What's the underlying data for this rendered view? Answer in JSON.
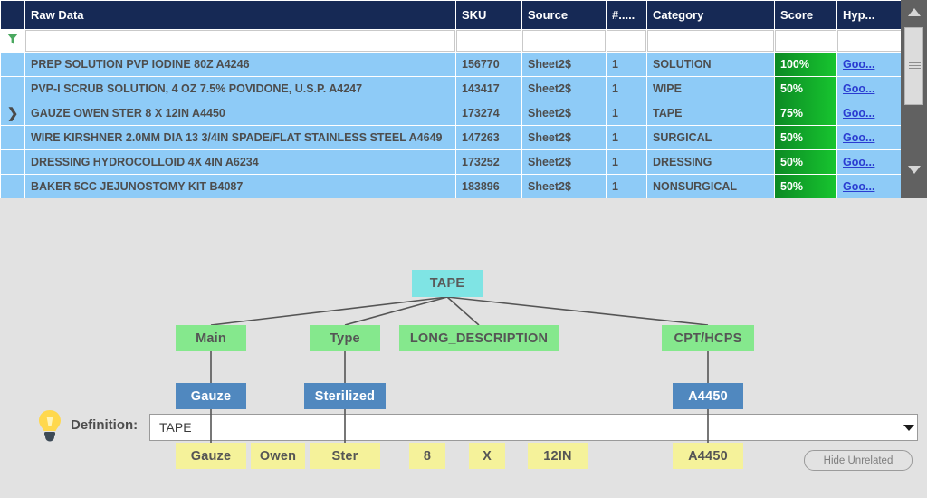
{
  "grid": {
    "columns": [
      {
        "key": "raw",
        "label": "Raw Data"
      },
      {
        "key": "sku",
        "label": "SKU"
      },
      {
        "key": "source",
        "label": "Source"
      },
      {
        "key": "num",
        "label": "#....."
      },
      {
        "key": "category",
        "label": "Category"
      },
      {
        "key": "score",
        "label": "Score"
      },
      {
        "key": "hyp",
        "label": "Hyp..."
      }
    ],
    "filter_icon": "funnel-icon",
    "filter_values": {
      "raw": "",
      "sku": "",
      "source": "",
      "num": "",
      "category": "",
      "score": "",
      "hyp": ""
    },
    "selected_row_index": 2,
    "row_indicator": "❯",
    "rows": [
      {
        "raw": "PREP SOLUTION PVP IODINE 80Z A4246",
        "sku": "156770",
        "source": "Sheet2$",
        "num": "1",
        "category": "SOLUTION",
        "score": "100%",
        "hyp": "Goo..."
      },
      {
        "raw": "PVP-I SCRUB SOLUTION, 4 OZ 7.5% POVIDONE, U.S.P. A4247",
        "sku": "143417",
        "source": "Sheet2$",
        "num": "1",
        "category": "WIPE",
        "score": "50%",
        "hyp": "Goo..."
      },
      {
        "raw": "GAUZE OWEN STER 8 X 12IN A4450",
        "sku": "173274",
        "source": "Sheet2$",
        "num": "1",
        "category": "TAPE",
        "score": "75%",
        "hyp": "Goo..."
      },
      {
        "raw": "WIRE KIRSHNER 2.0MM DIA 13 3/4IN SPADE/FLAT STAINLESS STEEL A4649",
        "sku": "147263",
        "source": "Sheet2$",
        "num": "1",
        "category": "SURGICAL",
        "score": "50%",
        "hyp": "Goo..."
      },
      {
        "raw": "DRESSING HYDROCOLLOID 4X 4IN A6234",
        "sku": "173252",
        "source": "Sheet2$",
        "num": "1",
        "category": "DRESSING",
        "score": "50%",
        "hyp": "Goo..."
      },
      {
        "raw": "BAKER 5CC JEJUNOSTOMY KIT B4087",
        "sku": "183896",
        "source": "Sheet2$",
        "num": "1",
        "category": "NONSURGICAL",
        "score": "50%",
        "hyp": "Goo..."
      }
    ]
  },
  "definition": {
    "icon": "lightbulb-icon",
    "label": "Definition:",
    "value": "TAPE",
    "placeholder": "",
    "dropdown_icon": "chevron-down-icon",
    "hide_unrelated_label": "Hide Unrelated"
  },
  "tree": {
    "root": {
      "label": "TAPE"
    },
    "categories": [
      {
        "label": "Main"
      },
      {
        "label": "Type"
      },
      {
        "label": "LONG_DESCRIPTION"
      },
      {
        "label": "CPT/HCPS"
      }
    ],
    "values": [
      {
        "label": "Gauze"
      },
      {
        "label": "Sterilized"
      },
      {
        "label": "A4450"
      }
    ],
    "tokens": [
      {
        "label": "Gauze"
      },
      {
        "label": "Owen"
      },
      {
        "label": "Ster"
      },
      {
        "label": "8"
      },
      {
        "label": "X"
      },
      {
        "label": "12IN"
      },
      {
        "label": "A4450"
      }
    ]
  },
  "colors": {
    "header_bg": "#162955",
    "row_bg": "#8ecbf7",
    "score_green_dark": "#0c8a24",
    "score_green_light": "#17c52f",
    "root_node": "#7fe4e4",
    "category_node": "#85e88d",
    "value_node": "#5088bf",
    "token_node": "#f5f29a",
    "page_bg": "#e2e2e2"
  }
}
